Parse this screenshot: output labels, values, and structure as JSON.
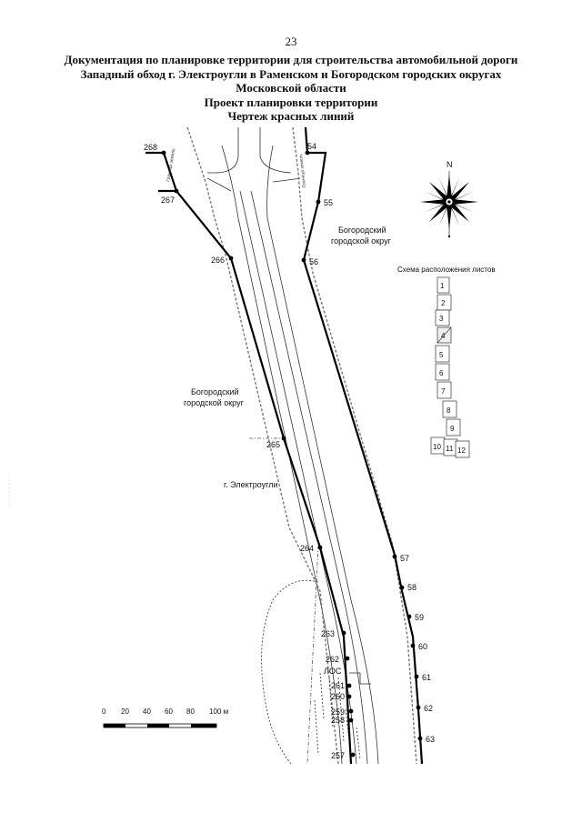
{
  "page_number": "23",
  "title_lines": [
    "Документация по планировке территории для строительства автомобильной дороги",
    "Западный обход г. Электроугли в Раменском и Богородском городских округах",
    "Московской области",
    "Проект планировки территории",
    "Чертеж красных линий"
  ],
  "compass_label": "N",
  "area_labels": {
    "bogorodsky_right": [
      "Богородский",
      "городской округ"
    ],
    "bogorodsky_left": [
      "Богородский",
      "городской округ"
    ],
    "elektrougli": "г. Электроугли",
    "los": "ЛОС"
  },
  "boundary_labels": {
    "left": "Граница земель",
    "right": "Граница земель"
  },
  "left_points": [
    "268",
    "267",
    "266",
    "265",
    "264",
    "263",
    "262",
    "261",
    "260",
    "259",
    "258",
    "257"
  ],
  "right_points": [
    "54",
    "55",
    "56",
    "57",
    "58",
    "59",
    "60",
    "61",
    "62",
    "63"
  ],
  "sheet_scheme": {
    "title": "Схема расположения листов",
    "sheets": [
      "1",
      "2",
      "3",
      "4",
      "5",
      "6",
      "7",
      "8",
      "9",
      "10",
      "11",
      "12"
    ],
    "current": "4"
  },
  "scale": {
    "ticks": [
      "0",
      "20",
      "40",
      "60",
      "80",
      "100 м"
    ]
  }
}
